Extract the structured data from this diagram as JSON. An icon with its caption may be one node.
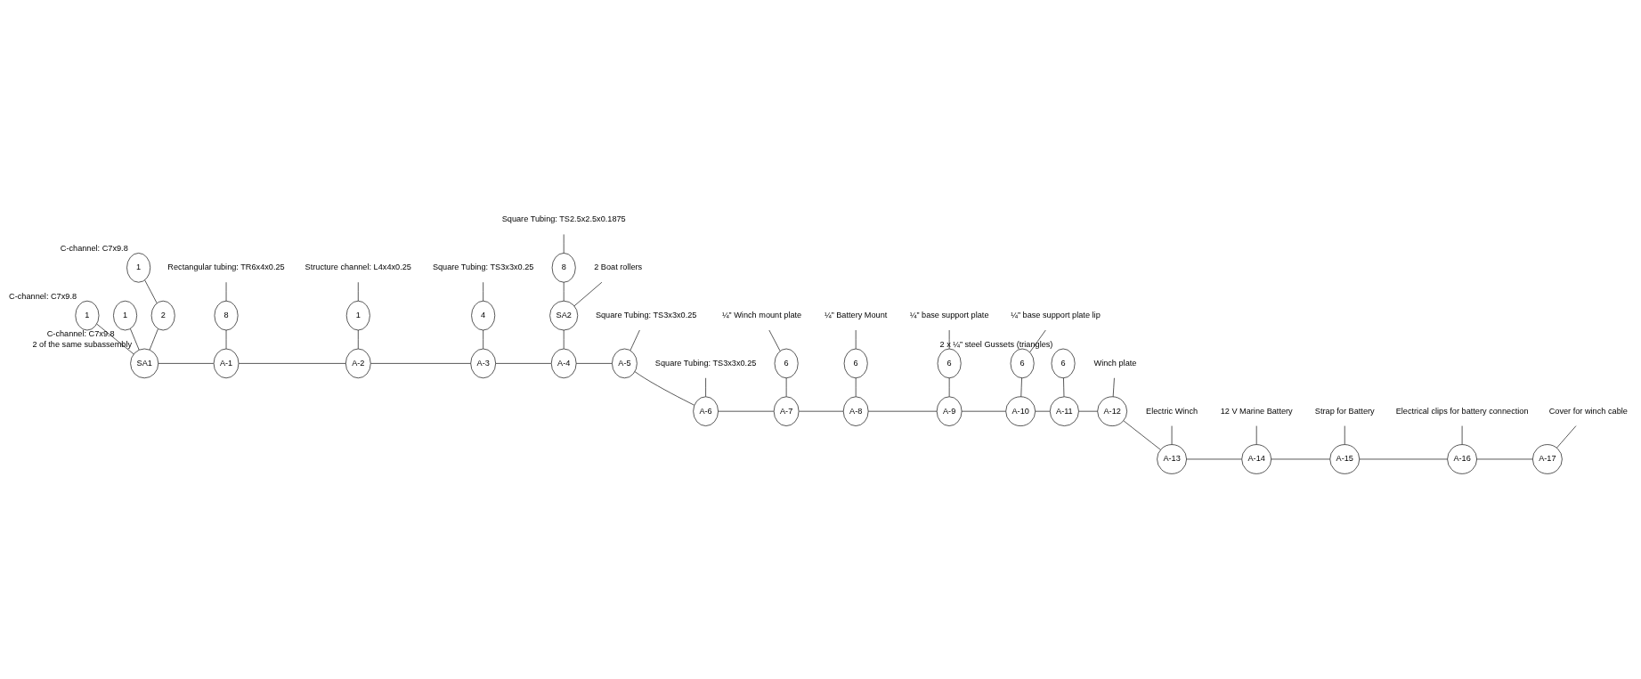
{
  "diagram": {
    "nodes": [
      {
        "text": [
          "1"
        ],
        "beside": [
          "C-channel: C7x9.8"
        ]
      },
      {
        "text": [
          "1"
        ],
        "beside": [
          "C-channel: C7x9.8"
        ]
      },
      {
        "text": [
          "1"
        ],
        "beside": [
          "C-channel: C7x9.8"
        ]
      },
      {
        "text": [
          "2"
        ]
      },
      {
        "text": [
          "SA1"
        ],
        "beside": [
          "2 of the same subassembly"
        ]
      },
      {
        "text": [
          "Rectangular tubing: TR6x4x0.25"
        ]
      },
      {
        "text": [
          "8"
        ]
      },
      {
        "text": [
          "A-1"
        ]
      },
      {
        "text": [
          "Structure channel: L4x4x0.25"
        ]
      },
      {
        "text": [
          "1"
        ]
      },
      {
        "text": [
          "A-2"
        ]
      },
      {
        "text": [
          "Square Tubing: TS3x3x0.25"
        ]
      },
      {
        "text": [
          "4"
        ]
      },
      {
        "text": [
          "A-3"
        ]
      },
      {
        "text": [
          "Square Tubing: TS2.5x2.5x0.1875"
        ]
      },
      {
        "text": [
          "8"
        ]
      },
      {
        "text": [
          "SA2"
        ]
      },
      {
        "text": [
          "2 Boat rollers"
        ]
      },
      {
        "text": [
          "A-4"
        ]
      },
      {
        "text": [
          "Square Tubing: TS3x3x0.25"
        ]
      },
      {
        "text": [
          "A-5"
        ]
      },
      {
        "text": [
          "Square Tubing: TS3x3x0.25"
        ]
      },
      {
        "text": [
          "A-6"
        ]
      },
      {
        "text": [
          "¼” Winch mount plate"
        ]
      },
      {
        "text": [
          "6"
        ]
      },
      {
        "text": [
          "A-7"
        ]
      },
      {
        "text": [
          "¼” Battery Mount"
        ]
      },
      {
        "text": [
          "6"
        ]
      },
      {
        "text": [
          "A-8"
        ]
      },
      {
        "text": [
          "¼” base support plate"
        ]
      },
      {
        "text": [
          "6"
        ]
      },
      {
        "text": [
          "A-9"
        ]
      },
      {
        "text": [
          "¼” base support plate lip"
        ]
      },
      {
        "text": [
          "6"
        ]
      },
      {
        "text": [
          "A-10"
        ]
      },
      {
        "text": [
          "6"
        ],
        "beside": [
          "2 x ¼” steel Gussets (triangles)"
        ]
      },
      {
        "text": [
          "A-11"
        ]
      },
      {
        "text": [
          "Winch plate"
        ]
      },
      {
        "text": [
          "A-12"
        ]
      },
      {
        "text": [
          "Electric Winch"
        ]
      },
      {
        "text": [
          "A-13"
        ]
      },
      {
        "text": [
          "12 V Marine Battery"
        ]
      },
      {
        "text": [
          "A-14"
        ]
      },
      {
        "text": [
          "Strap for Battery"
        ]
      },
      {
        "text": [
          "A-15"
        ]
      },
      {
        "text": [
          "Electrical clips for battery connection"
        ]
      },
      {
        "text": [
          "A-16"
        ]
      },
      {
        "text": [
          "Cover for winch cable"
        ]
      },
      {
        "text": [
          "A-17"
        ]
      }
    ],
    "edges": [
      {
        "from": 0,
        "to": 4,
        "arrow": "none"
      },
      {
        "from": 1,
        "to": 4,
        "arrow": "none"
      },
      {
        "from": 2,
        "to": 3,
        "arrow": "none"
      },
      {
        "from": 3,
        "to": 4,
        "arrow": "none"
      },
      {
        "from": 4,
        "to": 7,
        "arrow": "none"
      },
      {
        "from": 5,
        "to": 6,
        "arrow": "none"
      },
      {
        "from": 6,
        "to": 7,
        "arrow": "none"
      },
      {
        "from": 7,
        "to": 10,
        "arrow": "none"
      },
      {
        "from": 8,
        "to": 9,
        "arrow": "none"
      },
      {
        "from": 9,
        "to": 10,
        "arrow": "none"
      },
      {
        "from": 10,
        "to": 13,
        "arrow": "none"
      },
      {
        "from": 11,
        "to": 12,
        "arrow": "none"
      },
      {
        "from": 12,
        "to": 13,
        "arrow": "none"
      },
      {
        "from": 13,
        "to": 18,
        "arrow": "none"
      },
      {
        "from": 14,
        "to": 15,
        "arrow": "none"
      },
      {
        "from": 15,
        "to": 16,
        "arrow": "none"
      },
      {
        "from": 17,
        "to": 16,
        "arrow": "none"
      },
      {
        "from": 16,
        "to": 18,
        "arrow": "none"
      },
      {
        "from": 18,
        "to": 20,
        "arrow": "none"
      },
      {
        "from": 19,
        "to": 20,
        "arrow": "none"
      },
      {
        "from": 20,
        "to": 22,
        "arrow": "none"
      },
      {
        "from": 21,
        "to": 22,
        "arrow": "none"
      },
      {
        "from": 22,
        "to": 25,
        "arrow": "none"
      },
      {
        "from": 23,
        "to": 24,
        "arrow": "none"
      },
      {
        "from": 24,
        "to": 25,
        "arrow": "none"
      },
      {
        "from": 25,
        "to": 28,
        "arrow": "none"
      },
      {
        "from": 26,
        "to": 27,
        "arrow": "none"
      },
      {
        "from": 27,
        "to": 28,
        "arrow": "none"
      },
      {
        "from": 28,
        "to": 31,
        "arrow": "none"
      },
      {
        "from": 29,
        "to": 30,
        "arrow": "none"
      },
      {
        "from": 30,
        "to": 31,
        "arrow": "none"
      },
      {
        "from": 31,
        "to": 34,
        "arrow": "none"
      },
      {
        "from": 32,
        "to": 33,
        "arrow": "none"
      },
      {
        "from": 33,
        "to": 34,
        "arrow": "none"
      },
      {
        "from": 34,
        "to": 36,
        "arrow": "none"
      },
      {
        "from": 35,
        "to": 36,
        "arrow": "none"
      },
      {
        "from": 36,
        "to": 38,
        "arrow": "none"
      },
      {
        "from": 37,
        "to": 38,
        "arrow": "none"
      },
      {
        "from": 38,
        "to": 40,
        "arrow": "none"
      },
      {
        "from": 39,
        "to": 40,
        "arrow": "none"
      },
      {
        "from": 40,
        "to": 42,
        "arrow": "none"
      },
      {
        "from": 41,
        "to": 42,
        "arrow": "none"
      },
      {
        "from": 42,
        "to": 44,
        "arrow": "none"
      },
      {
        "from": 43,
        "to": 44,
        "arrow": "none"
      },
      {
        "from": 44,
        "to": 46,
        "arrow": "none"
      },
      {
        "from": 45,
        "to": 46,
        "arrow": "none"
      },
      {
        "from": 46,
        "to": 48,
        "arrow": "none"
      },
      {
        "from": 47,
        "to": 48,
        "arrow": "none"
      }
    ]
  }
}
